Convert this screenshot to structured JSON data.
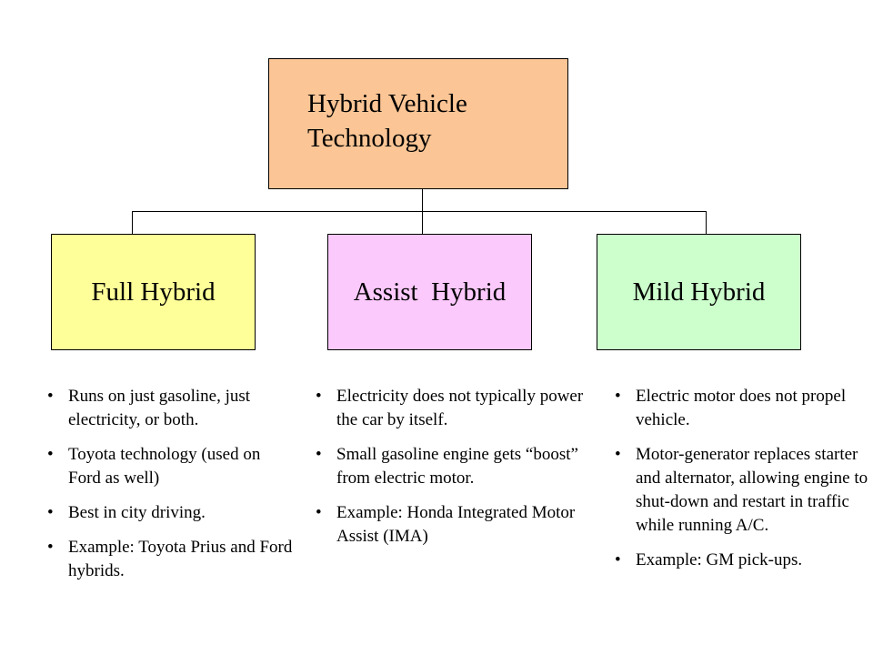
{
  "root": {
    "title_line1": "Hybrid Vehicle",
    "title_line2": "Technology"
  },
  "children": [
    {
      "label": "Full Hybrid",
      "bullets": [
        "Runs on just gasoline, just electricity, or both.",
        "Toyota technology (used on Ford as well)",
        "Best in city driving.",
        "Example:  Toyota Prius and Ford hybrids."
      ]
    },
    {
      "label": "Assist  Hybrid",
      "bullets": [
        "Electricity does not typically power the car by itself.",
        "Small gasoline engine gets “boost” from electric motor.",
        "Example:  Honda Integrated Motor Assist (IMA)"
      ]
    },
    {
      "label": "Mild Hybrid",
      "bullets": [
        "Electric motor does not propel vehicle.",
        "Motor-generator replaces starter and alternator, allowing engine to shut-down and restart in traffic while running A/C.",
        "Example:  GM pick-ups."
      ]
    }
  ],
  "colors": {
    "root_fill": "#fbc595",
    "full_fill": "#ffff99",
    "assist_fill": "#fbc9fb",
    "mild_fill": "#ccffcc"
  }
}
